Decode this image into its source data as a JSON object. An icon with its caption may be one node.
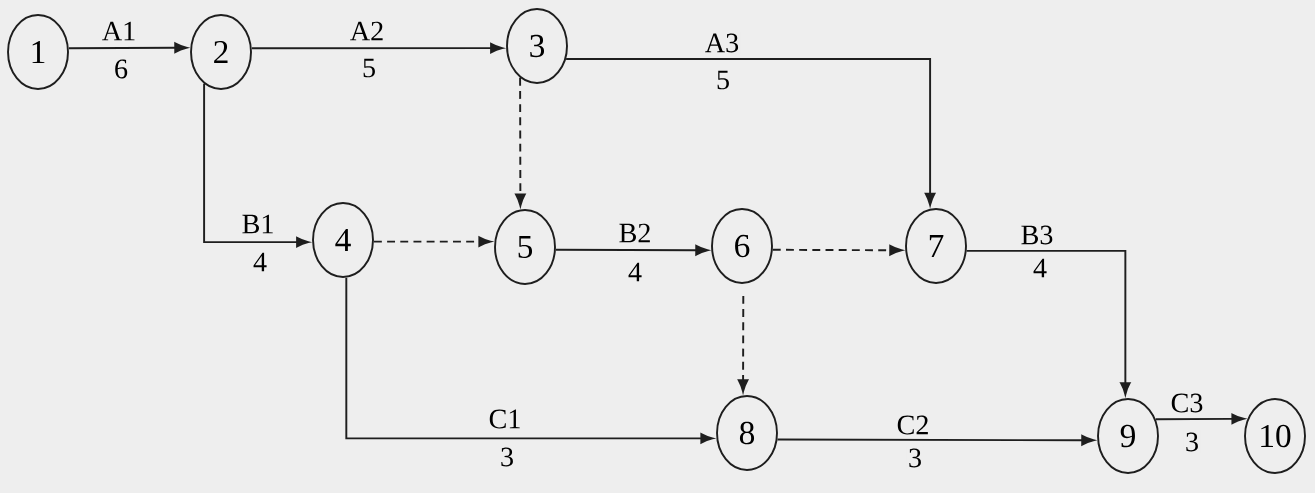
{
  "diagram": {
    "nodes": [
      {
        "text": [
          "1"
        ]
      },
      {
        "text": [
          "2"
        ]
      },
      {
        "text": [
          "3"
        ]
      },
      {
        "text": [
          "4"
        ]
      },
      {
        "text": [
          "5"
        ]
      },
      {
        "text": [
          "6"
        ]
      },
      {
        "text": [
          "7"
        ]
      },
      {
        "text": [
          "8"
        ]
      },
      {
        "text": [
          "9"
        ]
      },
      {
        "text": [
          "10"
        ]
      }
    ],
    "edges": [
      {
        "from": 0,
        "to": 1,
        "arrow": "to",
        "label": "A1"
      },
      {
        "from": 1,
        "to": 2,
        "arrow": "to",
        "label": "A2"
      },
      {
        "from": 2,
        "to": 6,
        "arrow": "to",
        "label": "A3"
      },
      {
        "from": 1,
        "to": 3,
        "arrow": "to",
        "label": "B1"
      },
      {
        "from": 2,
        "to": 4,
        "arrow": "to",
        "style": "dashed"
      },
      {
        "from": 3,
        "to": 4,
        "arrow": "to",
        "style": "dashed"
      },
      {
        "from": 4,
        "to": 5,
        "arrow": "to",
        "label": "B2"
      },
      {
        "from": 5,
        "to": 6,
        "arrow": "to",
        "style": "dashed"
      },
      {
        "from": 6,
        "to": 8,
        "arrow": "to",
        "label": "B3"
      },
      {
        "from": 5,
        "to": 7,
        "arrow": "to",
        "style": "dashed"
      },
      {
        "from": 3,
        "to": 7,
        "arrow": "to",
        "label": "C1"
      },
      {
        "from": 7,
        "to": 8,
        "arrow": "to",
        "label": "C2"
      },
      {
        "from": 8,
        "to": 9,
        "arrow": "to",
        "label": "C3"
      }
    ],
    "labels": [
      "6",
      "5",
      "5",
      "4",
      "4",
      "4",
      "3",
      "3",
      "3"
    ]
  }
}
